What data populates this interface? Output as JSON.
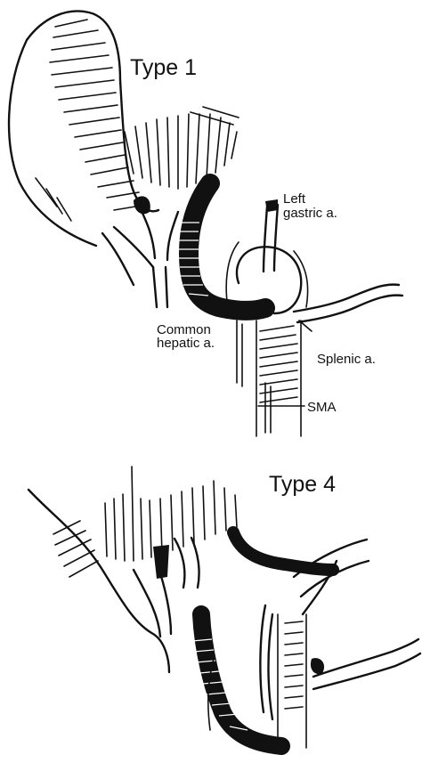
{
  "panels": [
    {
      "title": "Type 1",
      "labels": {
        "left_gastric": [
          "Left",
          "gastric a."
        ],
        "common_hepatic": [
          "Common",
          "hepatic a."
        ],
        "splenic": "Splenic a.",
        "sma": "SMA"
      }
    },
    {
      "title": "Type 4"
    }
  ],
  "colors": {
    "ink": "#111111",
    "background": "#ffffff"
  }
}
